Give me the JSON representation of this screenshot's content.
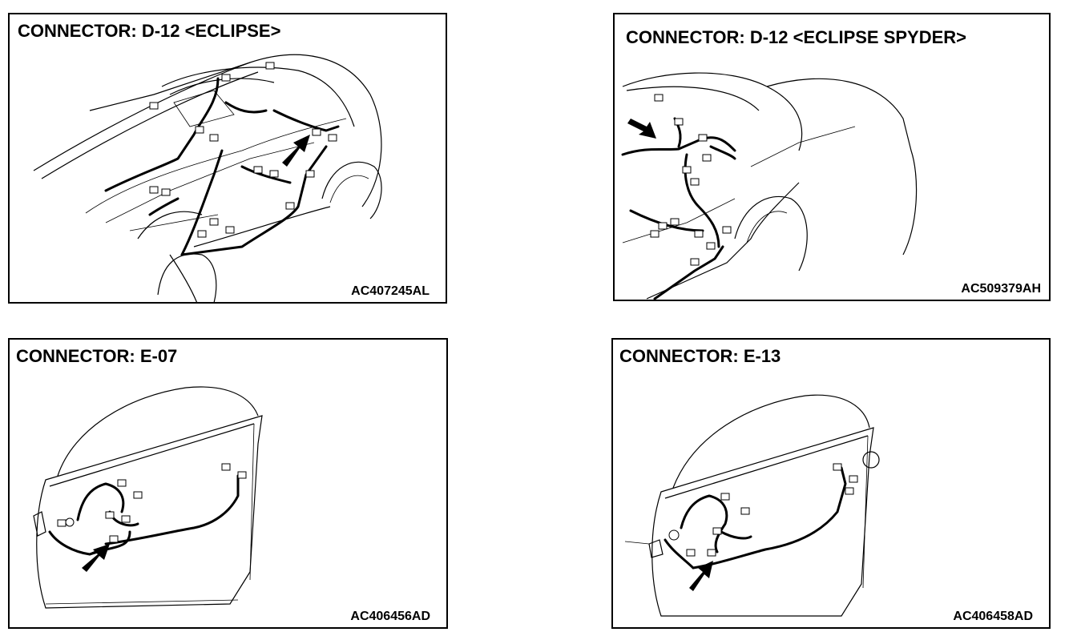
{
  "panels": [
    {
      "title": "CONNECTOR: D-12 <ECLIPSE>",
      "code": "AC407245AL"
    },
    {
      "title": "CONNECTOR: D-12 <ECLIPSE SPYDER>",
      "code": "AC509379AH"
    },
    {
      "title": "CONNECTOR: E-07",
      "code": "AC406456AD"
    },
    {
      "title": "CONNECTOR: E-13",
      "code": "AC406458AD"
    }
  ],
  "icons": {
    "location_arrow": "black-arrow-icon",
    "connector": "connector-icon"
  },
  "colors": {
    "ink": "#000000",
    "paper": "#ffffff"
  }
}
